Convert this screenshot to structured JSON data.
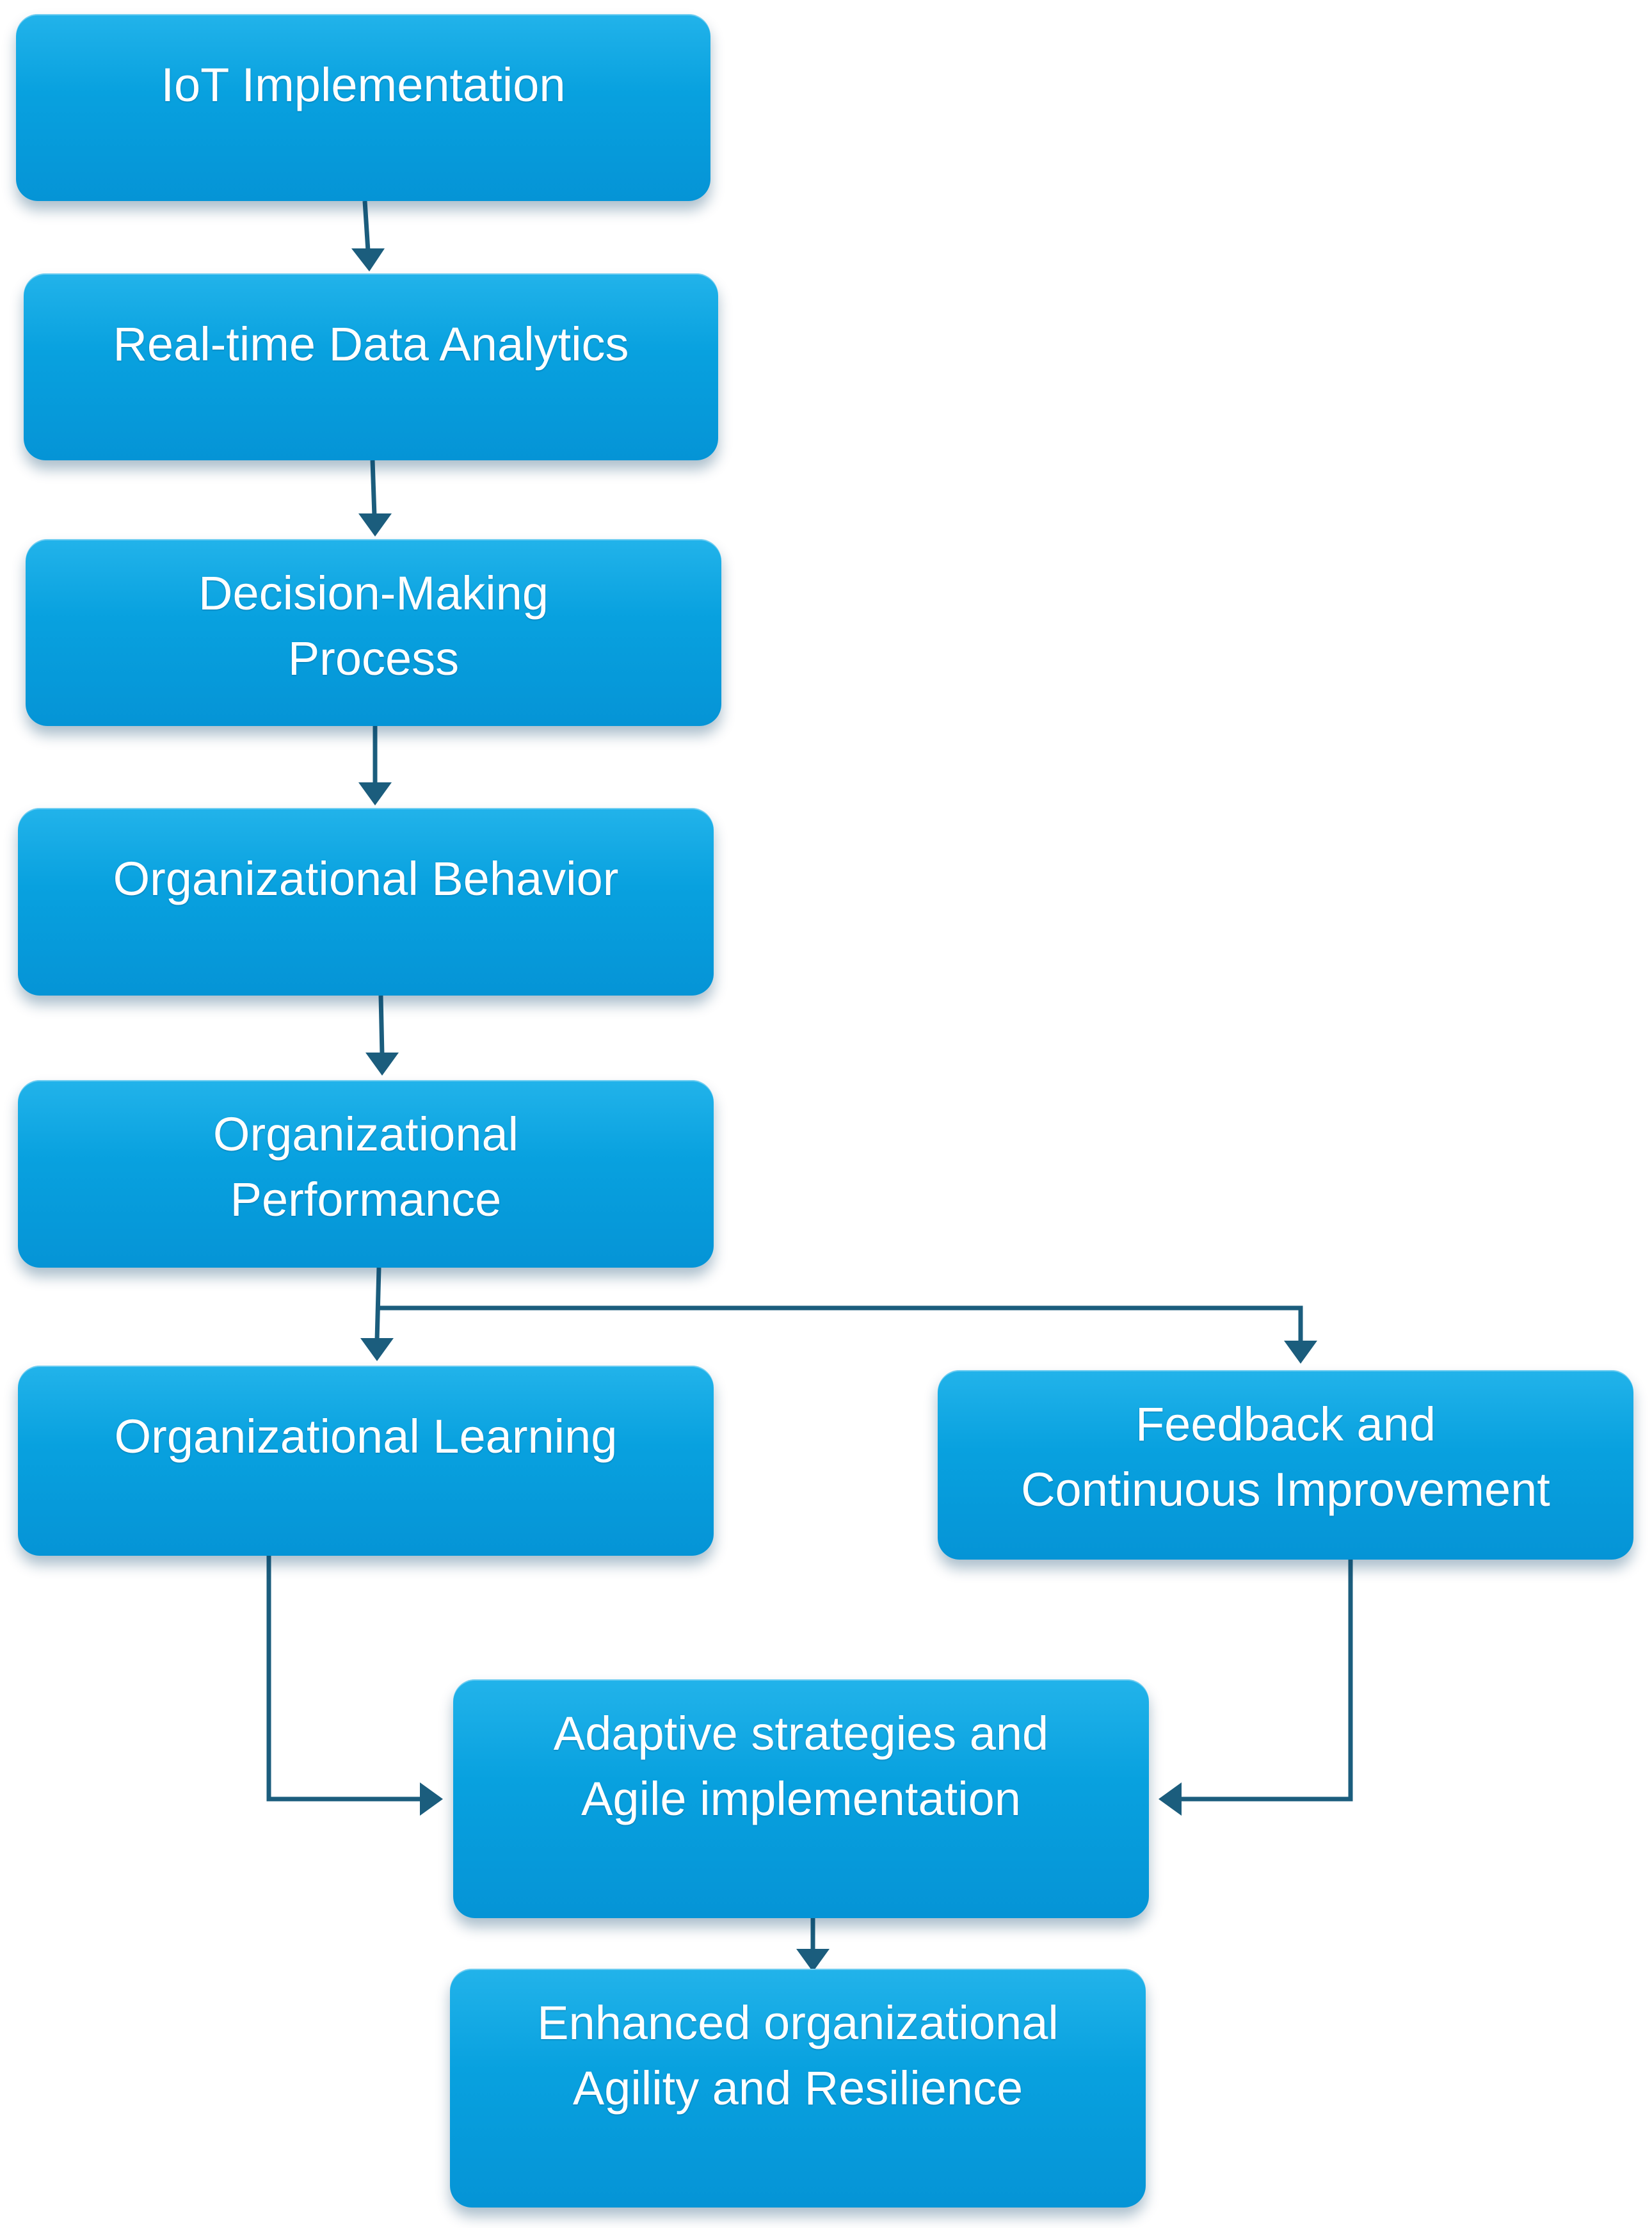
{
  "diagram": {
    "nodes": {
      "iot_implementation": "IoT Implementation",
      "realtime_data_analytics": "Real-time Data Analytics",
      "decision_making_process": "Decision-Making\nProcess",
      "organizational_behavior": "Organizational Behavior",
      "organizational_performance": "Organizational\nPerformance",
      "organizational_learning": "Organizational Learning",
      "feedback_continuous_improvement": "Feedback and\nContinuous Improvement",
      "adaptive_strategies": "Adaptive strategies and\nAgile implementation",
      "enhanced_agility": "Enhanced organizational\nAgility and Resilience"
    },
    "colors": {
      "box_fill": "#08a1df",
      "box_text": "#ffffff",
      "arrow": "#1b5d7d"
    }
  }
}
